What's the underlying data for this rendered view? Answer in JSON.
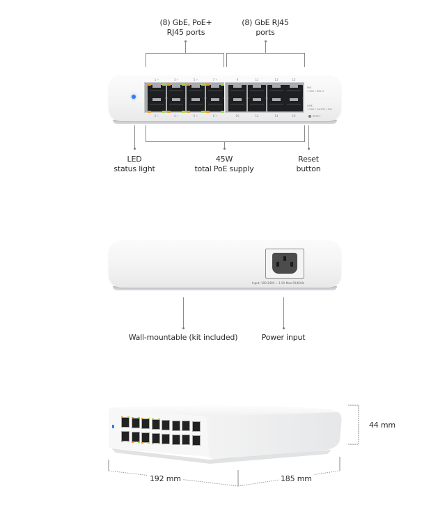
{
  "front_view": {
    "callouts": {
      "poe_ports": {
        "line1": "(8) GbE, PoE+",
        "line2": "RJ45 ports"
      },
      "gbe_ports": {
        "line1": "(8) GbE RJ45",
        "line2": "ports"
      },
      "led": {
        "line1": "LED",
        "line2": "status light"
      },
      "poe_supply": {
        "line1": "45W",
        "line2": "total PoE supply"
      },
      "reset": {
        "line1": "Reset",
        "line2": "button"
      }
    },
    "port_labels_top": [
      "1 ⚡",
      "3 ⚡",
      "5 ⚡",
      "7 ⚡",
      "9",
      "11",
      "13",
      "15"
    ],
    "port_labels_bottom": [
      "2 ⚡",
      "4 ⚡",
      "6 ⚡",
      "8 ⚡",
      "10",
      "12",
      "14",
      "16"
    ],
    "legend": {
      "poe": "PoE",
      "poe_states": "1 GbE / 802.3",
      "link": "LINK",
      "link_states": "1 GbE / 10/100 / PoE",
      "reset": "RESET"
    },
    "colors": {
      "led": "#2f7cf6",
      "amber": "#f39a2b",
      "green": "#a6d94a"
    }
  },
  "back_view": {
    "callouts": {
      "wall_mount": "Wall-mountable (kit included)",
      "power_input": "Power input"
    },
    "power_spec": "Input: 100-240V ~ 1.5A Max.50/60Hz"
  },
  "dimensions": {
    "height": "44 mm",
    "width": "192 mm",
    "depth": "185 mm"
  }
}
